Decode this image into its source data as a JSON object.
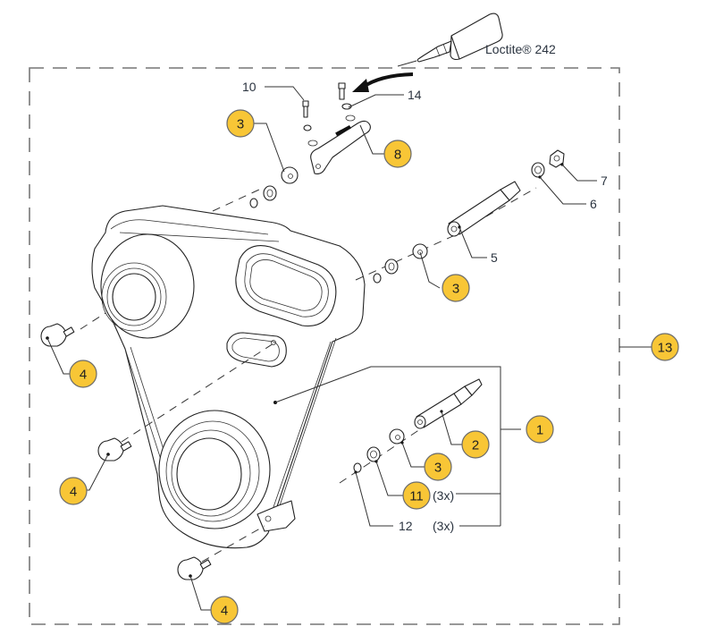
{
  "diagram": {
    "title": "Exploded parts view - timing belt cover assembly",
    "adhesive_label": "Loctite® 242",
    "callout_color": "#F8C636",
    "callouts": [
      {
        "id": "c1",
        "number": "1"
      },
      {
        "id": "c2",
        "number": "2"
      },
      {
        "id": "c3a",
        "number": "3"
      },
      {
        "id": "c3b",
        "number": "3"
      },
      {
        "id": "c3c",
        "number": "3"
      },
      {
        "id": "c4a",
        "number": "4"
      },
      {
        "id": "c4b",
        "number": "4"
      },
      {
        "id": "c4c",
        "number": "4"
      },
      {
        "id": "c8",
        "number": "8"
      },
      {
        "id": "c11",
        "number": "11"
      },
      {
        "id": "c13",
        "number": "13"
      }
    ],
    "plain_labels": [
      {
        "id": "l5",
        "number": "5"
      },
      {
        "id": "l6",
        "number": "6"
      },
      {
        "id": "l7",
        "number": "7"
      },
      {
        "id": "l10",
        "number": "10"
      },
      {
        "id": "l12",
        "number": "12"
      },
      {
        "id": "l14",
        "number": "14"
      }
    ],
    "quantity_labels": {
      "q11": "(3x)",
      "q12": "(3x)"
    }
  }
}
